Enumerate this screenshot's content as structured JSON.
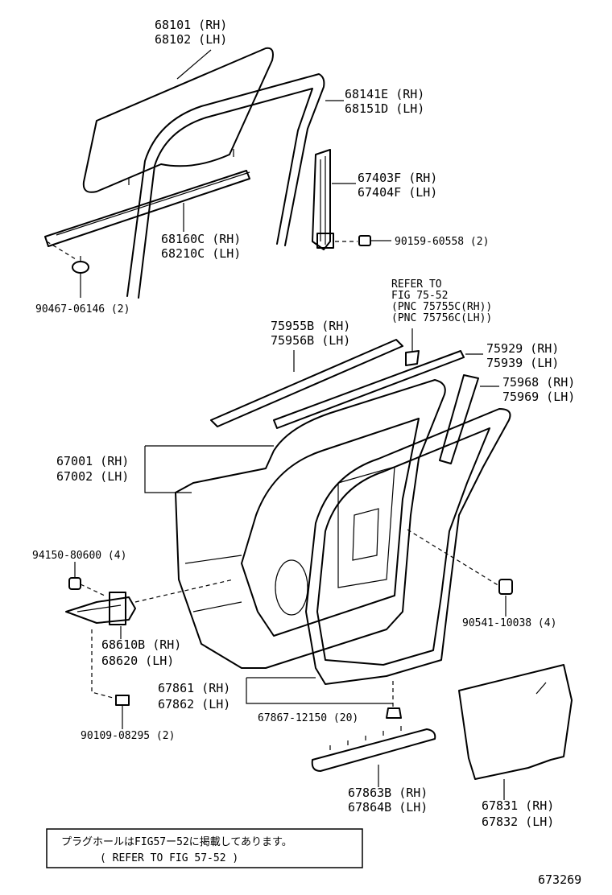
{
  "labels": {
    "glass": [
      "68101 (RH)",
      "68102 (LH)"
    ],
    "run": [
      "68141E (RH)",
      "68151D (LH)"
    ],
    "sash": [
      "67403F (RH)",
      "67404F (LH)"
    ],
    "screw_sash": "90159-60558 (2)",
    "belt_inner": [
      "68160C (RH)",
      "68210C (LH)"
    ],
    "clip_belt": "90467-06146 (2)",
    "refer_pnc": [
      "REFER TO",
      "FIG 75-52",
      "(PNC 75755C(RH))",
      "(PNC 75756C(LH))"
    ],
    "moulding_outer": [
      "75955B (RH)",
      "75956B (LH)"
    ],
    "weather_a": [
      "75929 (RH)",
      "75939 (LH)"
    ],
    "weather_b": [
      "75968 (RH)",
      "75969 (LH)"
    ],
    "door_panel": [
      "67001 (RH)",
      "67002 (LH)"
    ],
    "nut_hinge": "94150-80600 (4)",
    "hinge": [
      "68610B (RH)",
      "68620  (LH)"
    ],
    "bolt_hinge": "90109-08295 (2)",
    "weatherstrip": [
      "67861 (RH)",
      "67862 (LH)"
    ],
    "clip_ws": "67867-12150 (20)",
    "nut_right": "90541-10038 (4)",
    "scuff": [
      "67863B (RH)",
      "67864B (LH)"
    ],
    "cover": [
      "67831 (RH)",
      "67832 (LH)"
    ]
  },
  "note": {
    "jp": "プラグホールはFIG57ー52に掲載してあります。",
    "en": "( REFER TO FIG 57-52 )"
  },
  "figure_id": "673269"
}
